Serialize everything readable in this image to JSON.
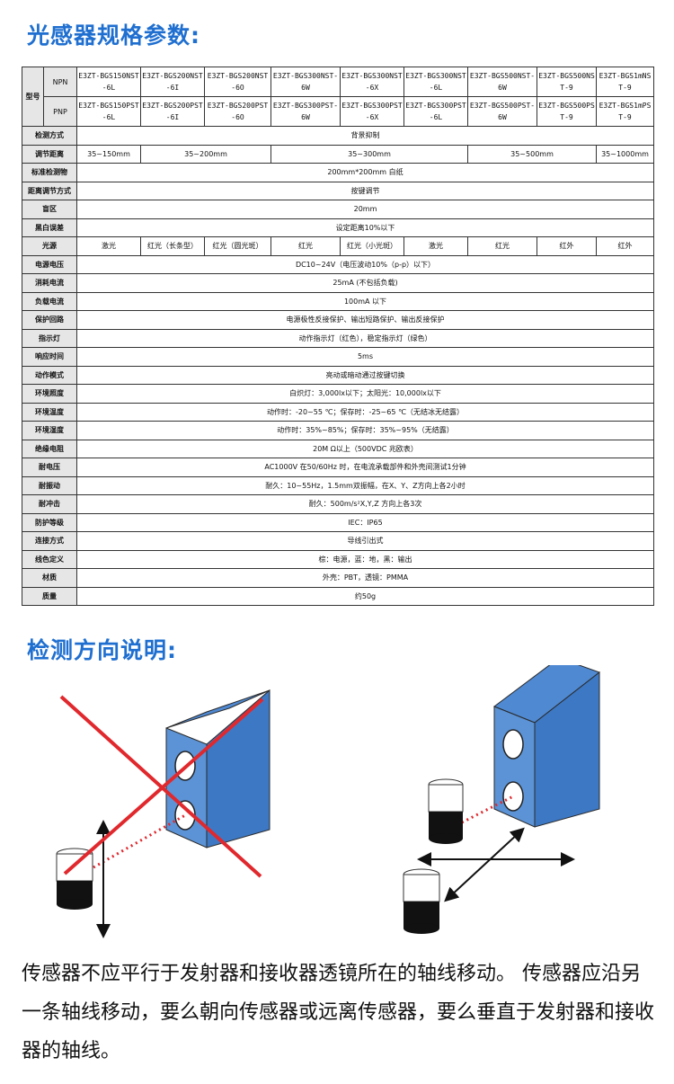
{
  "title1": "光感器规格参数:",
  "title2": "检测方向说明:",
  "labels": {
    "model": "型号",
    "npn": "NPN",
    "pnp": "PNP"
  },
  "models": {
    "npn": [
      "E3ZT-BGS150NST-6L",
      "E3ZT-BGS200NST-6I",
      "E3ZT-BGS200NST-6O",
      "E3ZT-BGS300NST-6W",
      "E3ZT-BGS300NST-6X",
      "E3ZT-BGS300NST-6L",
      "E3ZT-BGS500NST-6W",
      "E3ZT-BGS500NST-9",
      "E3ZT-BGS1mNST-9"
    ],
    "pnp": [
      "E3ZT-BGS150PST-6L",
      "E3ZT-BGS200PST-6I",
      "E3ZT-BGS200PST-6O",
      "E3ZT-BGS300PST-6W",
      "E3ZT-BGS300PST-6X",
      "E3ZT-BGS300PST-6L",
      "E3ZT-BGS500PST-6W",
      "E3ZT-BGS500PST-9",
      "E3ZT-BGS1mPST-9"
    ]
  },
  "rows": {
    "detect_mode": {
      "label": "检测方式",
      "value": "背景抑制"
    },
    "range": {
      "label": "调节距离",
      "values": [
        "35~150mm",
        "35~200mm",
        "35~300mm",
        "35~500mm",
        "35~1000mm"
      ]
    },
    "std_object": {
      "label": "标准检测物",
      "value": "200mm*200mm 白纸"
    },
    "adjust": {
      "label": "距离调节方式",
      "value": "按键调节"
    },
    "blind": {
      "label": "盲区",
      "value": "20mm"
    },
    "bw_error": {
      "label": "黑白误差",
      "value": "设定距离10%以下"
    },
    "light": {
      "label": "光源",
      "values": [
        "激光",
        "红光（长条型）",
        "红光（圆光斑）",
        "红光",
        "红光（小光斑）",
        "激光",
        "红光",
        "红外",
        "红外"
      ]
    },
    "voltage": {
      "label": "电源电压",
      "value": "DC10~24V（电压波动10%（p-p）以下）"
    },
    "current": {
      "label": "消耗电流",
      "value": "25mA (不包括负载)"
    },
    "load": {
      "label": "负载电流",
      "value": "100mA 以下"
    },
    "protect": {
      "label": "保护回路",
      "value": "电源极性反接保护、输出短路保护、输出反接保护"
    },
    "indicator": {
      "label": "指示灯",
      "value": "动作指示灯（红色），稳定指示灯（绿色）"
    },
    "response": {
      "label": "响应时间",
      "value": "5ms"
    },
    "action": {
      "label": "动作模式",
      "value": "亮动或暗动通过按键切换"
    },
    "illum": {
      "label": "环境照度",
      "value": "白炽灯：3,000lx以下；太阳光：10,000lx以下"
    },
    "temp": {
      "label": "环境温度",
      "value": "动作时：-20~55 ℃；保存时：-25~65 ℃（无结冰无结露）"
    },
    "humid": {
      "label": "环境湿度",
      "value": "动作时：35%~85%；保存时：35%~95%（无结露）"
    },
    "insul": {
      "label": "绝缘电阻",
      "value": "20M Ω以上（500VDC 兆欧表）"
    },
    "withstand": {
      "label": "耐电压",
      "value": "AC1000V 在50/60Hz 时，在电流承载部件和外壳间测试1分钟"
    },
    "vibration": {
      "label": "耐振动",
      "value": "耐久：10~55Hz，1.5mm双振幅，在X、Y、Z方向上各2小时"
    },
    "shock": {
      "label": "耐冲击",
      "value": "耐久：500m/s²X,Y,Z 方向上各3次"
    },
    "ip": {
      "label": "防护等级",
      "value": "IEC：IP65"
    },
    "connect": {
      "label": "连接方式",
      "value": "导线引出式"
    },
    "wire": {
      "label": "线色定义",
      "value": "棕：电源，蓝：地，黑：输出"
    },
    "material": {
      "label": "材质",
      "value": "外壳：PBT，透镜：PMMA"
    },
    "weight": {
      "label": "质量",
      "value": "约50g"
    }
  },
  "description": "传感器不应平行于发射器和接收器透镜所在的轴线移动。 传感器应沿另一条轴线移动，要么朝向传感器或远离传感器，要么垂直于发射器和接收器的轴线。",
  "colors": {
    "heading": "#1f6fd0",
    "sensor_face": "#5b93d6",
    "sensor_side": "#3d78c4",
    "cross": "#e0282d",
    "beam": "#e0282d"
  }
}
